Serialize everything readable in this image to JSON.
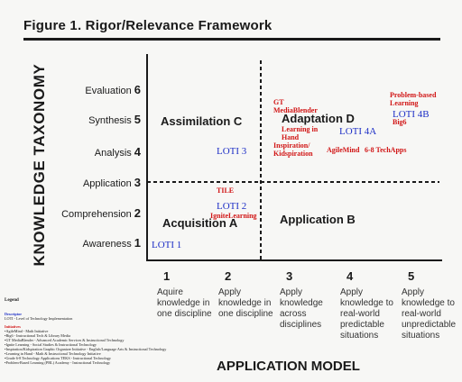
{
  "figure_title": "Figure 1. Rigor/Relevance Framework",
  "knowledge_axis_label": "KNOWLEDGE TAXONOMY",
  "application_axis_label": "APPLICATION MODEL",
  "levels": [
    {
      "name": "Evaluation",
      "num": "6"
    },
    {
      "name": "Synthesis",
      "num": "5"
    },
    {
      "name": "Analysis",
      "num": "4"
    },
    {
      "name": "Application",
      "num": "3"
    },
    {
      "name": "Comprehension",
      "num": "2"
    },
    {
      "name": "Awareness",
      "num": "1"
    }
  ],
  "quadrants": {
    "a": "Acquisition A",
    "b": "Application B",
    "c": "Assimilation C",
    "d": "Adaptation D"
  },
  "columns": [
    {
      "num": "1",
      "desc": "Aquire knowledge in one discipline"
    },
    {
      "num": "2",
      "desc": "Apply knowledge in one discipline"
    },
    {
      "num": "3",
      "desc": "Apply knowledge across disciplines"
    },
    {
      "num": "4",
      "desc": "Apply knowledge to real-world predictable situations"
    },
    {
      "num": "5",
      "desc": "Apply knowledge to real-world unpredictable situations"
    }
  ],
  "loti": {
    "loti1": "LOTI 1",
    "loti2": "LOTI 2",
    "loti3": "LOTI 3",
    "loti4a": "LOTI 4A",
    "loti4b": "LOTI 4B"
  },
  "initiatives": {
    "tile": "TILE",
    "ignite": "IgniteLearning",
    "gt_media": "GT MediaBlender",
    "learning_hand": "Learning in Hand",
    "inspiration": "Inspiration/ Kidspiration",
    "agilemind": "AgileMind",
    "techapps": "6-8 TechApps",
    "pbl": "Problem-based Learning",
    "big6": "Big6"
  },
  "legend": {
    "title": "Legend",
    "descriptor_heading": "Descriptor",
    "descriptor_text": "LOTI - Level of Technology Implementation",
    "initiatives_heading": "Initiatives",
    "items": [
      "•AgileMind - Math Initiative",
      "•Big6 - Instructional Tech & Library Media",
      "•GT MediaBlender - Advanced Academic Services & Instructional Technology",
      "•Ignite Learning - Social Studies & Instructional Technology",
      "•Inspiration/Kidspiration Graphic Organizer Initiative - English/Language Arts & Instructional Technology",
      "•Learning in Hand - Math & Instructional Technology Initiative",
      "•Grade 6-8 Technology Applications TEKS - Instructional Technology",
      "•Problem-Based Learning (PBL) Academy - Instructional Technology"
    ]
  }
}
